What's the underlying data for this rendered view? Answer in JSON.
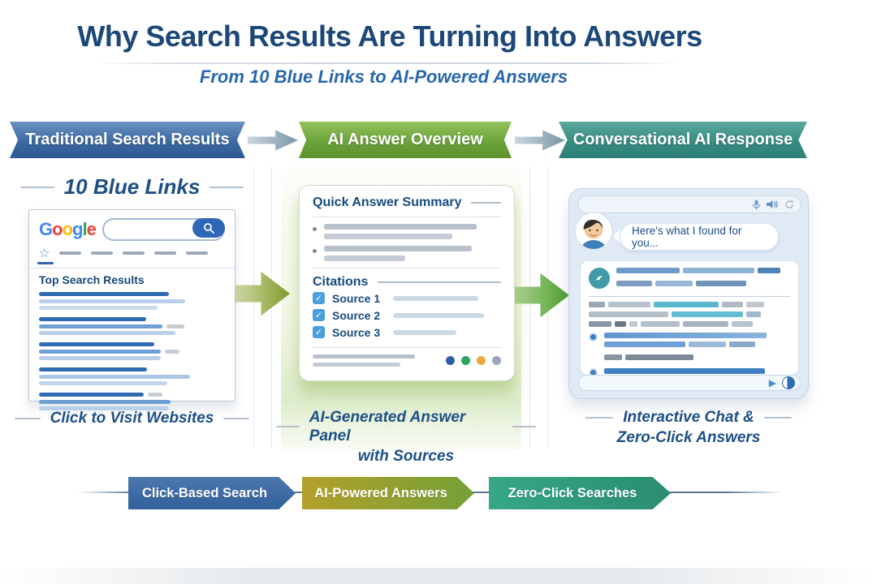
{
  "header": {
    "title": "Why Search Results Are Turning Into Answers",
    "subtitle": "From 10 Blue Links to AI-Powered Answers"
  },
  "stages": [
    {
      "label": "Traditional Search Results",
      "color": "#3a679f"
    },
    {
      "label": "AI Answer Overview",
      "color": "#69a038"
    },
    {
      "label": "Conversational AI Response",
      "color": "#368a80"
    }
  ],
  "traditional": {
    "heading": "10 Blue Links",
    "google": {
      "letters": [
        {
          "ch": "G",
          "color": "#4285F4"
        },
        {
          "ch": "o",
          "color": "#EA4335"
        },
        {
          "ch": "o",
          "color": "#FBBC05"
        },
        {
          "ch": "g",
          "color": "#4285F4"
        },
        {
          "ch": "l",
          "color": "#34A853"
        },
        {
          "ch": "e",
          "color": "#EA4335"
        }
      ]
    },
    "results_title": "Top Search Results",
    "caption": "Click to Visit Websites"
  },
  "ai_panel": {
    "summary_title": "Quick Answer Summary",
    "citations_title": "Citations",
    "sources": [
      {
        "label": "Source 1"
      },
      {
        "label": "Source 2"
      },
      {
        "label": "Source 3"
      }
    ],
    "dot_colors": [
      "#2b5fa5",
      "#2aa564",
      "#eda93c",
      "#9aa6c0"
    ],
    "caption_line1": "AI-Generated Answer Panel",
    "caption_line2": "with Sources"
  },
  "chat": {
    "message": "Here's what I found for you...",
    "caption_line1": "Interactive Chat &",
    "caption_line2": "Zero-Click Answers"
  },
  "timeline": [
    {
      "label": "Click-Based Search",
      "color": "#3a6aa8"
    },
    {
      "label": "AI-Powered Answers",
      "color": "#97962e"
    },
    {
      "label": "Zero-Click Searches",
      "color": "#2f9c7d"
    }
  ],
  "icons": {
    "star": "☆",
    "check": "✓",
    "send": "▶"
  },
  "palette": {
    "title_navy": "#1c4879",
    "subtitle_blue": "#2767ad",
    "link_dark_blue": "#2e6bb2",
    "link_light_blue": "#b9cfe9",
    "big_arrow_olive": "#7f9c2c",
    "big_arrow_green": "#4d9d2e",
    "checkbox_blue": "#4aa0dc",
    "bot_teal": "#3f9aaa"
  }
}
